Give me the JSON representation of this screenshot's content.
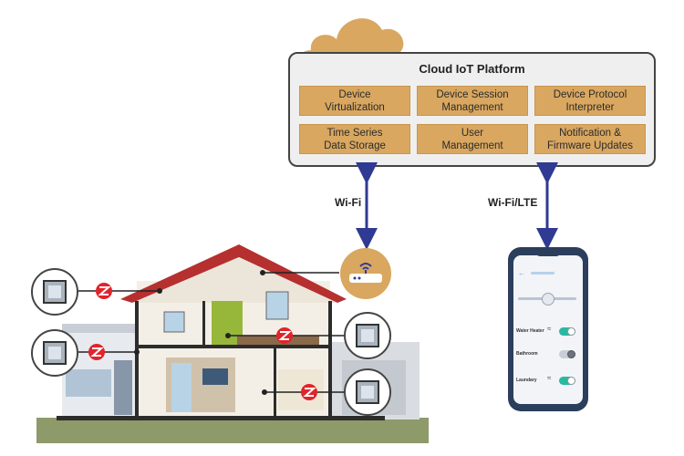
{
  "platform": {
    "title": "Cloud IoT Platform",
    "services": [
      "Device\nVirtualization",
      "Device Session\nManagement",
      "Device Protocol\nInterpreter",
      "Time Series\nData Storage",
      "User\nManagement",
      "Notification &\nFirmware Updates"
    ]
  },
  "links": {
    "wifi": "Wi-Fi",
    "wifi_lte": "Wi-Fi/LTE"
  },
  "phone": {
    "rows": [
      "Water Heater",
      "Bathroom",
      "Laundary"
    ]
  },
  "colors": {
    "service_box": "#d9a760",
    "arrow": "#2f3a93",
    "zigbee": "#e0242b",
    "roof": "#b5302f",
    "phone": "#2b3e5c",
    "toggle_on": "#2bb8a3"
  }
}
